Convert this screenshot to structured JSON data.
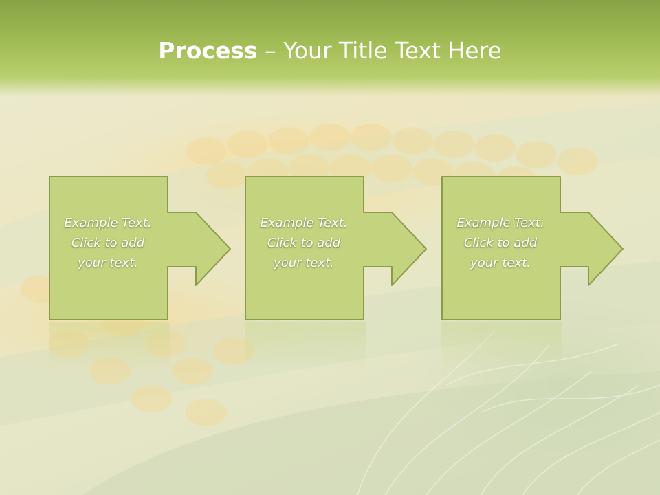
{
  "slide": {
    "title_bold": "Process",
    "title_rest": " – Your Title Text Here"
  },
  "steps": [
    {
      "lines": [
        "Example Text.",
        "Click  to add",
        "your text."
      ]
    },
    {
      "lines": [
        "Example Text.",
        "Click  to add",
        "your text."
      ]
    },
    {
      "lines": [
        "Example Text.",
        "Click  to add",
        "your text."
      ]
    }
  ],
  "colors": {
    "header": "#a1bd55",
    "box_fill": "#c4d37e",
    "box_border": "#8a9c4c",
    "text": "#ffffff"
  },
  "background_image": "corn-cob-photo"
}
